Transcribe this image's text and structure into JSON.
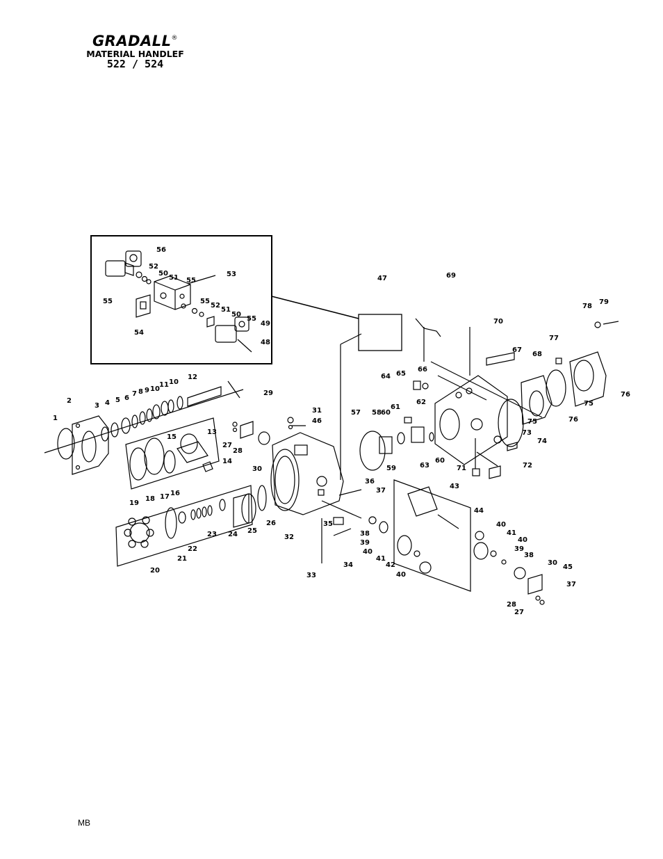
{
  "header": {
    "brand": "GRADALL",
    "registered_mark": "®",
    "subtitle": "MATERIAL HANDLEF",
    "models": "522 / 524"
  },
  "footer": {
    "code": "MB"
  },
  "diagram": {
    "inset_callouts": [
      "56",
      "52",
      "50",
      "51",
      "53",
      "55",
      "55",
      "55",
      "52",
      "51",
      "50",
      "55",
      "49",
      "48",
      "54"
    ],
    "left_group_callouts": [
      "1",
      "2",
      "3",
      "4",
      "5",
      "6",
      "7",
      "8",
      "9",
      "10",
      "11",
      "10",
      "12",
      "13",
      "14",
      "15",
      "16",
      "17",
      "18",
      "19",
      "20",
      "21",
      "22",
      "23",
      "24",
      "25",
      "26",
      "27",
      "28",
      "29",
      "30"
    ],
    "housing_callouts": [
      "31",
      "46",
      "32",
      "33",
      "34",
      "35",
      "36",
      "37",
      "38",
      "39",
      "40",
      "41",
      "42",
      "40"
    ],
    "right_group_callouts": [
      "43",
      "44",
      "40",
      "41",
      "40",
      "39",
      "38",
      "30",
      "45",
      "37",
      "28",
      "27",
      "47",
      "57",
      "58",
      "60",
      "59",
      "63",
      "60",
      "61",
      "62",
      "64",
      "65",
      "66",
      "67",
      "68",
      "69",
      "70",
      "71",
      "72",
      "73",
      "74",
      "75",
      "75",
      "76",
      "76",
      "77",
      "78",
      "79"
    ]
  }
}
